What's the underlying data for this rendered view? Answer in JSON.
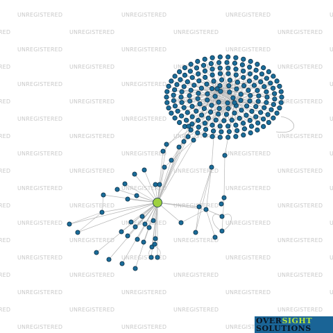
{
  "watermark": {
    "text": "UNREGISTERED"
  },
  "logo": {
    "line1_a": "OVER",
    "line1_b": "SIGHT",
    "line2": "SOLUTIONS"
  },
  "colors": {
    "background": "#ffffff",
    "node_fill": "#1a6c99",
    "node_stroke": "#0d2f45",
    "focus_fill": "#9ed13f",
    "edge": "#b4b4b4",
    "watermark": "#c8c8c8"
  },
  "graph": {
    "focus_node": "focus",
    "node_count_visible": "network graph of connected entities"
  }
}
